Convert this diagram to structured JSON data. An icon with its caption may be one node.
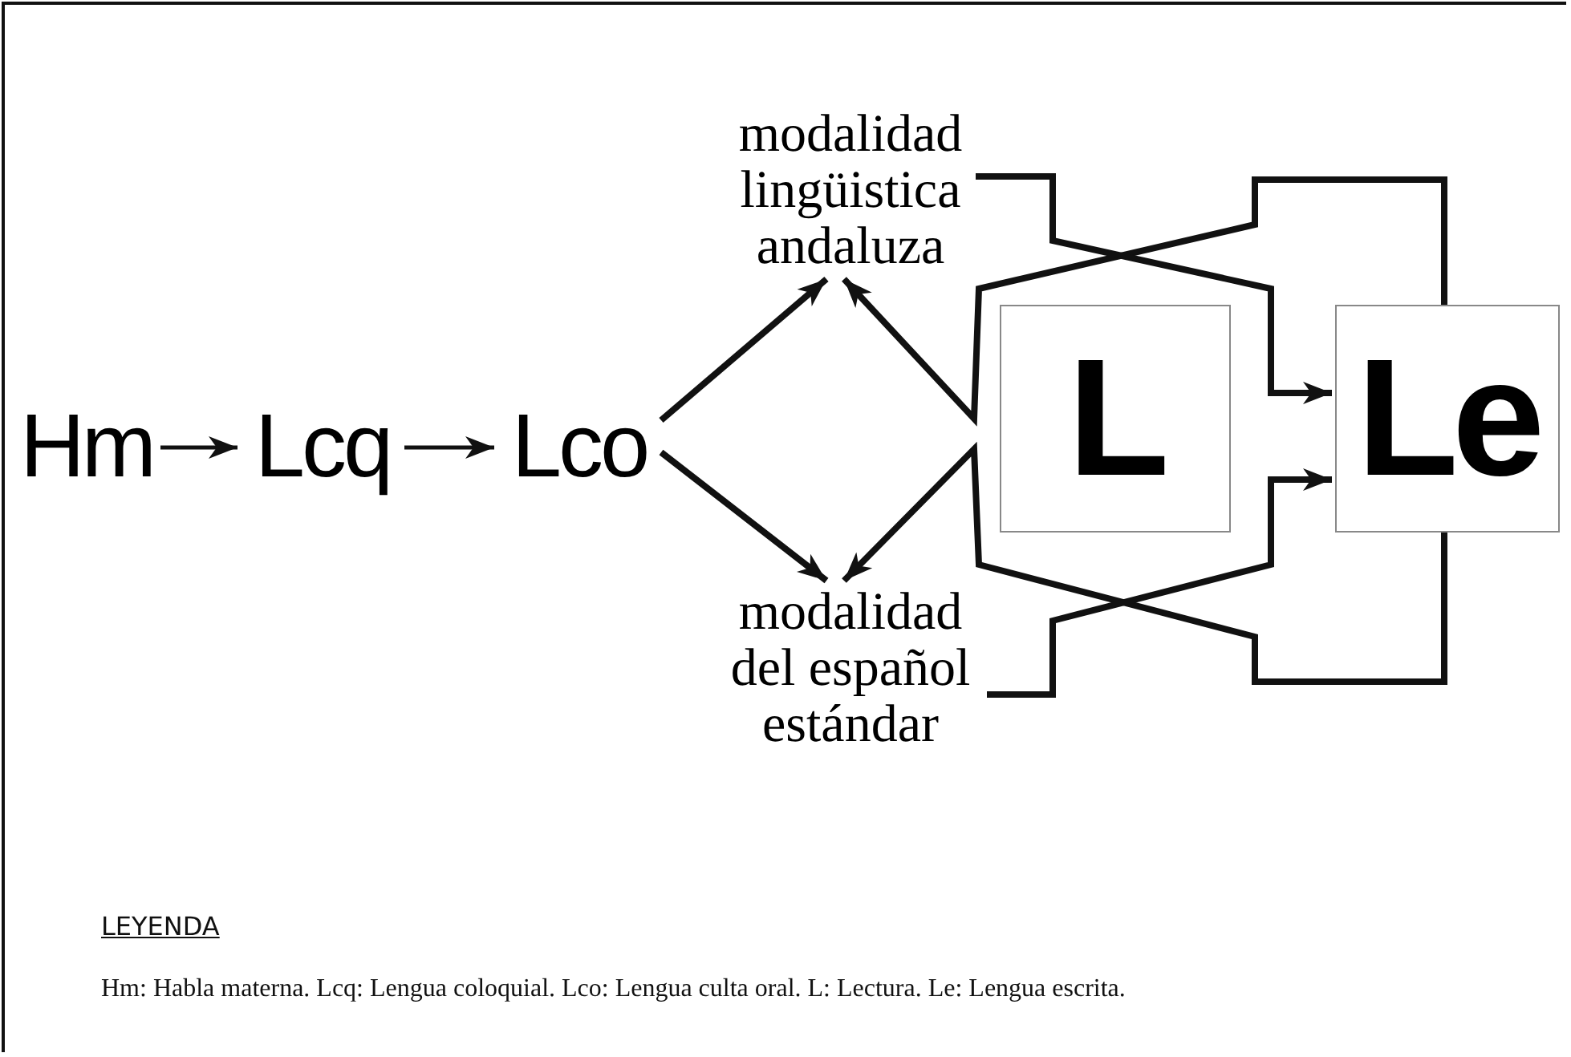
{
  "diagram": {
    "nodes": [
      {
        "text": [
          "Hm"
        ]
      },
      {
        "text": [
          "Lcq"
        ]
      },
      {
        "text": [
          "Lco"
        ]
      },
      {
        "text": [
          "modalidad lingüistica andaluza"
        ]
      },
      {
        "text": [
          "modalidad del español estándar"
        ]
      },
      {
        "text": [
          "L"
        ]
      },
      {
        "text": [
          "Le"
        ]
      }
    ],
    "edges": [
      {
        "from": 0,
        "to": 1,
        "arrow": "to"
      },
      {
        "from": 1,
        "to": 2,
        "arrow": "to"
      },
      {
        "from": 2,
        "to": 3,
        "arrow": "to"
      },
      {
        "from": 2,
        "to": 4,
        "arrow": "to"
      },
      {
        "from": 6,
        "to": 3,
        "arrow": "to"
      },
      {
        "from": 6,
        "to": 4,
        "arrow": "to"
      },
      {
        "from": 3,
        "to": 6,
        "arrow": "to"
      },
      {
        "from": 4,
        "to": 6,
        "arrow": "to"
      }
    ],
    "labels": [
      "LEYENDA",
      "Hm: Habla materna. Lcq: Lengua coloquial. Lco: Lengua culta oral. L: Lectura. Le: Lengua escrita."
    ]
  }
}
